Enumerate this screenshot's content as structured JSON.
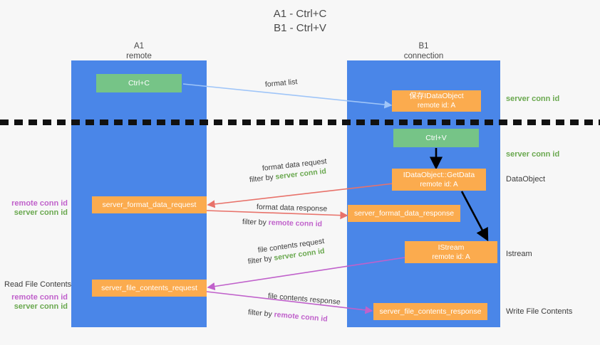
{
  "title": {
    "line1": "A1 - Ctrl+C",
    "line2": "B1 - Ctrl+V"
  },
  "lanes": [
    {
      "name": "A1",
      "sub": "remote"
    },
    {
      "name": "B1",
      "sub": "connection"
    }
  ],
  "boxes": {
    "ctrl_c": "Ctrl+C",
    "ctrl_v": "Ctrl+V",
    "save_idataobject_l1": "保存IDataObject",
    "save_idataobject_l2": "remote id: A",
    "getdata_l1": "IDataObject::GetData",
    "getdata_l2": "remote id: A",
    "istream_l1": "IStream",
    "istream_l2": "remote id: A",
    "server_format_data_request": "server_format_data_request",
    "server_format_data_response": "server_format_data_response",
    "server_file_contents_request": "server_file_contents_request",
    "server_file_contents_response": "server_file_contents_response"
  },
  "annotations": {
    "format_list": "format list",
    "format_data_request": "format data request",
    "format_data_request_filter_pre": "filter by ",
    "format_data_request_filter_key": "server conn id",
    "format_data_response": "format data response",
    "format_data_response_filter_pre": "filter by ",
    "format_data_response_filter_key": "remote conn id",
    "file_contents_request": "file contents request",
    "file_contents_request_filter_pre": "filter by ",
    "file_contents_request_filter_key": "server conn id",
    "file_contents_response": "file contents response",
    "file_contents_response_filter_pre": "filter by ",
    "file_contents_response_filter_key": "remote conn id"
  },
  "side_labels": {
    "right_server_conn_id_top": "server conn id",
    "right_server_conn_id_mid": "server conn id",
    "right_dataobject": "DataObject",
    "right_istream": "Istream",
    "right_write_file_contents": "Write File Contents",
    "left_remote_conn_id_1": "remote conn id",
    "left_server_conn_id_1": "server conn id",
    "left_read_file_contents": "Read File Contents",
    "left_remote_conn_id_2": "remote conn id",
    "left_server_conn_id_2": "server conn id"
  },
  "colors": {
    "lane": "#4a86e8",
    "orange": "#fbab4e",
    "green_box": "#76c487",
    "green_text": "#6aa84f",
    "magenta_text": "#c061cb",
    "arrow_blue": "#9fc5f8",
    "arrow_red": "#e8726a",
    "arrow_magenta": "#c061cb",
    "arrow_black": "#000000",
    "background": "#f7f7f7"
  }
}
